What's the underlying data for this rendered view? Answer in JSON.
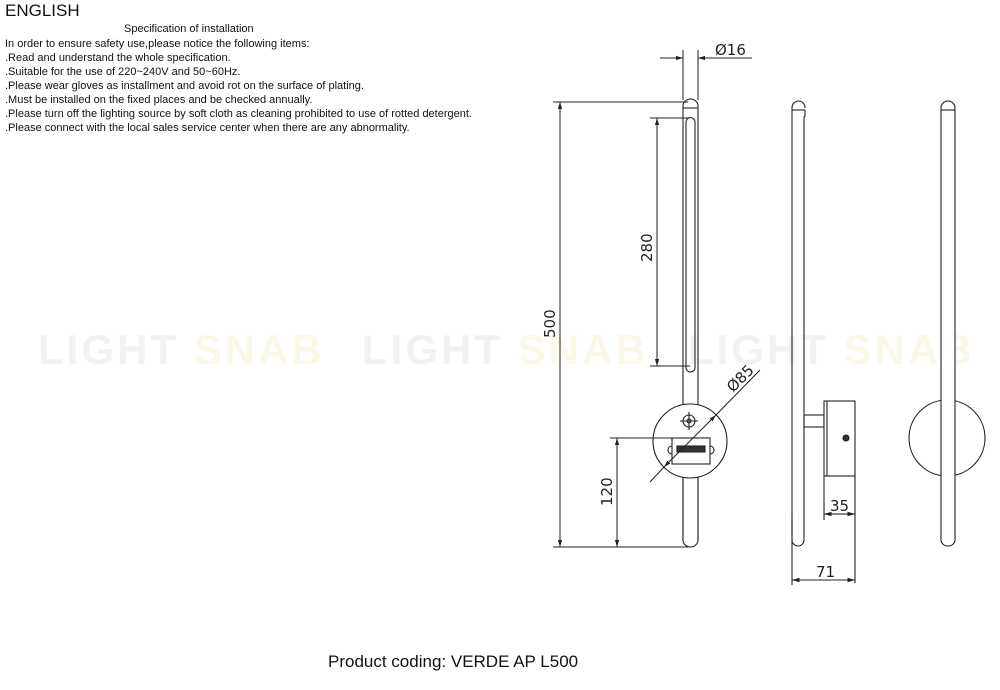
{
  "header": {
    "language": "ENGLISH",
    "subtitle": "Specification of installation"
  },
  "notes": [
    "In order to ensure safety use,please notice the following items:",
    ".Read and understand the whole specification.",
    ".Suitable for the use of 220~240V and 50~60Hz.",
    ".Please wear gloves as installment and avoid rot on the surface of plating.",
    ".Must be installed on the fixed places and be checked annually.",
    ".Please turn off the lighting source by soft cloth as cleaning prohibited to use of rotted detergent.",
    ".Please connect with the local sales service center when there are any abnormality."
  ],
  "watermark": {
    "word1": "LIGHT",
    "word2": "SNAB"
  },
  "drawing": {
    "dimensions": {
      "tube_diameter": "Ø16",
      "total_height": "500",
      "light_length": "280",
      "base_diameter": "Ø85",
      "base_height": "120",
      "base_depth": "35",
      "total_depth": "71"
    },
    "views": [
      "front",
      "side",
      "back"
    ],
    "line_color": "#222222"
  },
  "footer": {
    "product_coding": "Product coding: VERDE AP L500"
  }
}
